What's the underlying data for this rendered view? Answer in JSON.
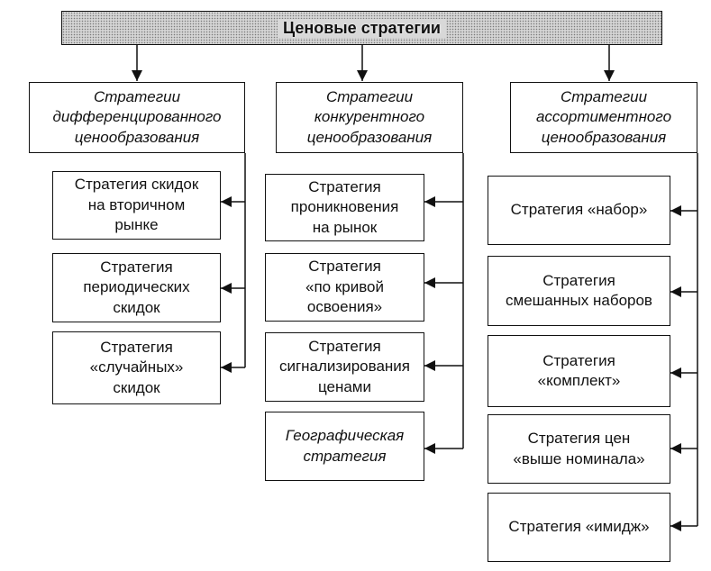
{
  "root": "Ценовые стратегии",
  "categories": [
    "Стратегии\nдифференцированного\nценообразования",
    "Стратегии\nконкурентного\nценообразования",
    "Стратегии\nассортиментного\nценообразования"
  ],
  "col1": [
    "Стратегия скидок\nна вторичном\nрынке",
    "Стратегия\nпериодических\nскидок",
    "Стратегия\n«случайных»\nскидок"
  ],
  "col2": [
    "Стратегия\nпроникновения\nна рынок",
    "Стратегия\n«по кривой\nосвоения»",
    "Стратегия\nсигнализирования\nценами",
    "Географическая\nстратегия"
  ],
  "col3": [
    "Стратегия «набор»",
    "Стратегия\nсмешанных наборов",
    "Стратегия\n«комплект»",
    "Стратегия цен\n«выше номинала»",
    "Стратегия «имидж»"
  ]
}
